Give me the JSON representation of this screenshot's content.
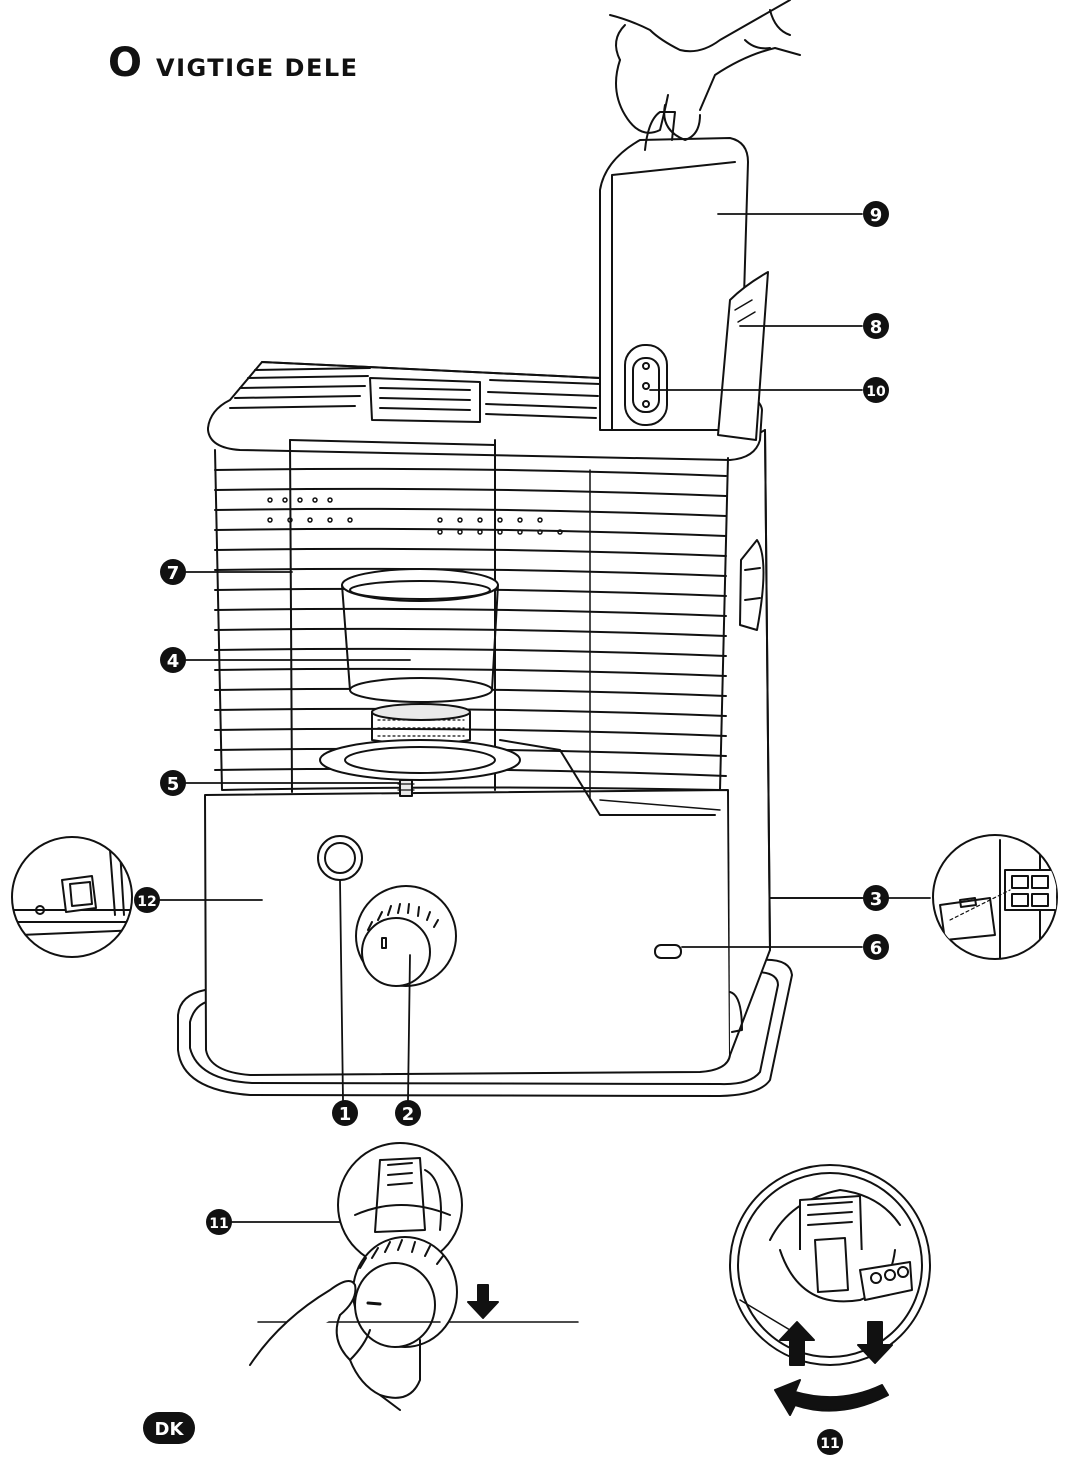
{
  "header": {
    "section_symbol": "O",
    "title": "VIGTIGE DELE"
  },
  "callouts": {
    "n1": "1",
    "n2": "2",
    "n3": "3",
    "n4": "4",
    "n5": "5",
    "n6": "6",
    "n7": "7",
    "n8": "8",
    "n9": "9",
    "n10": "10",
    "n11": "11",
    "n12": "12",
    "n11b": "11"
  },
  "footer": {
    "language_badge": "DK"
  },
  "colors": {
    "ink": "#111111",
    "paper": "#ffffff",
    "shade": "#e9e9e9"
  }
}
